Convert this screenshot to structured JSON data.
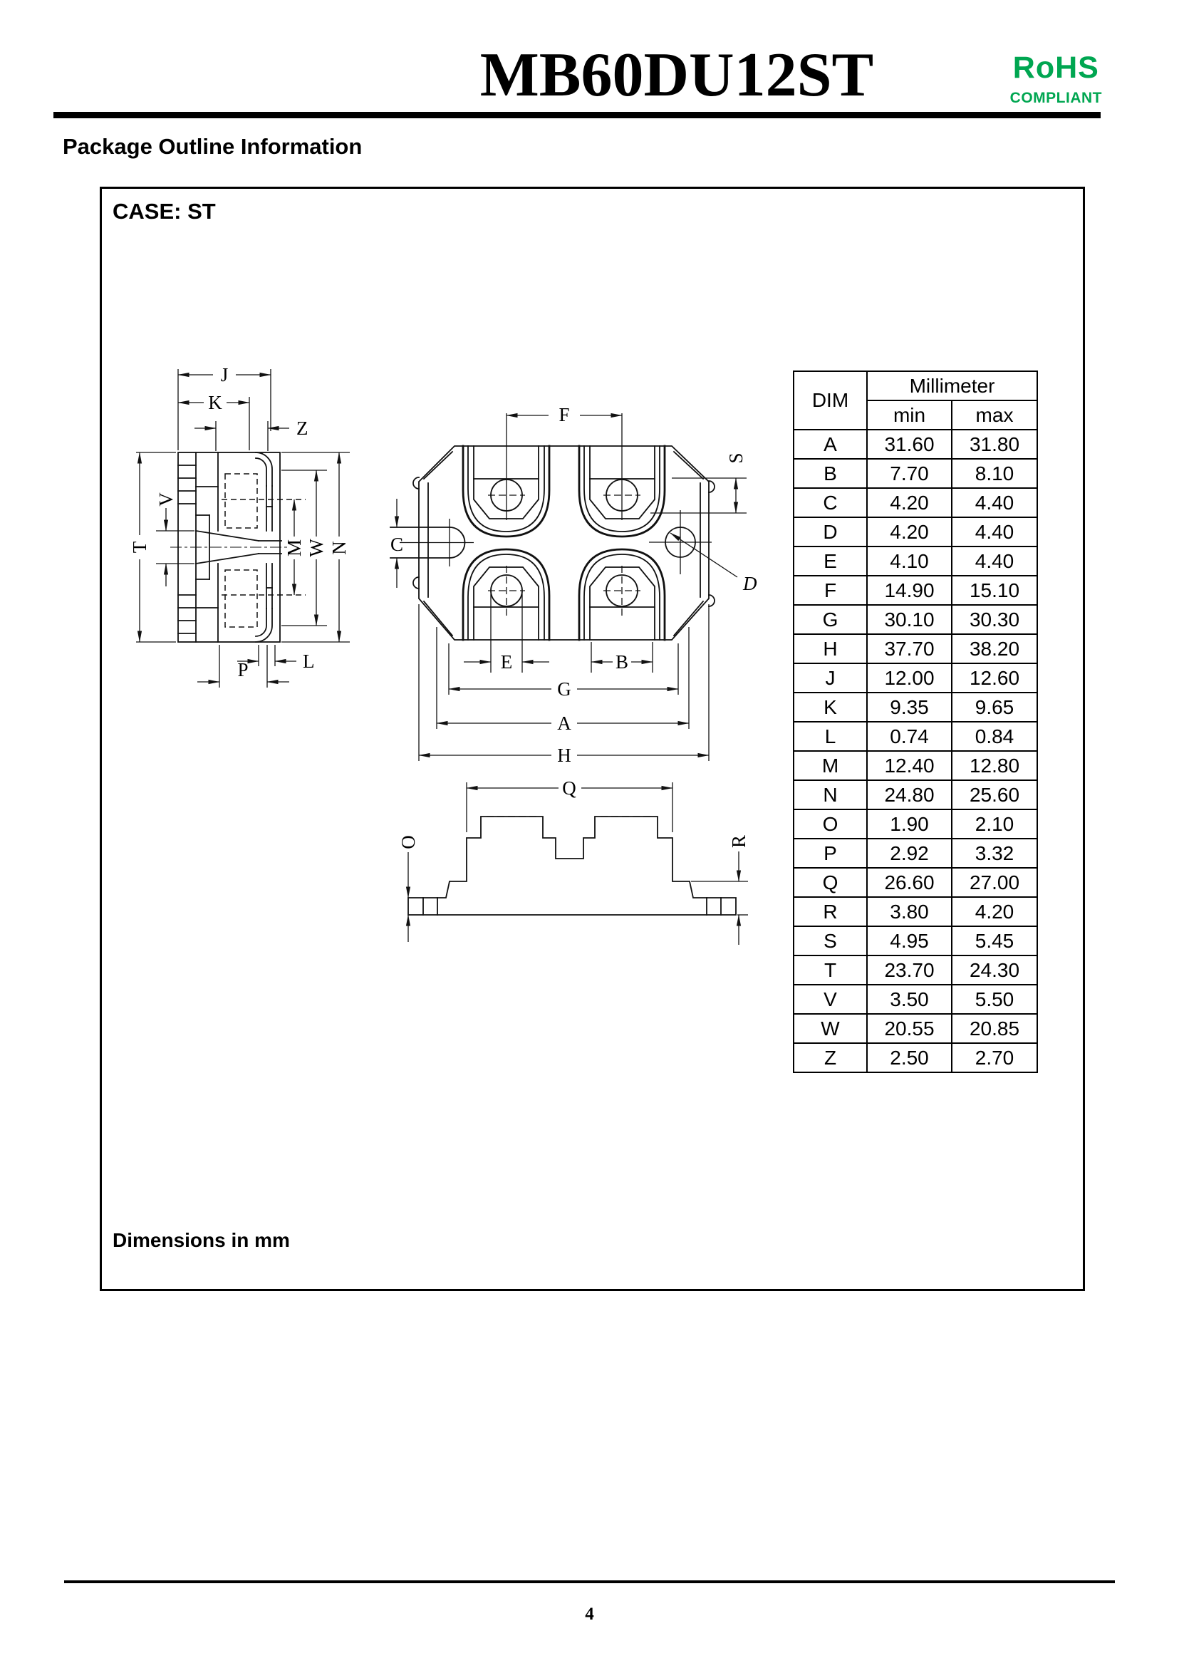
{
  "header": {
    "title": "MB60DU12ST",
    "rohs_line1": "RoHS",
    "rohs_line2": "COMPLIANT"
  },
  "section_heading": "Package Outline Information",
  "outline_box": {
    "case_label": "CASE: ST",
    "note": "Dimensions in mm"
  },
  "table": {
    "col_dim": "DIM",
    "col_unit": "Millimeter",
    "col_min": "min",
    "col_max": "max",
    "rows": [
      {
        "dim": "A",
        "min": "31.60",
        "max": "31.80"
      },
      {
        "dim": "B",
        "min": "7.70",
        "max": "8.10"
      },
      {
        "dim": "C",
        "min": "4.20",
        "max": "4.40"
      },
      {
        "dim": "D",
        "min": "4.20",
        "max": "4.40"
      },
      {
        "dim": "E",
        "min": "4.10",
        "max": "4.40"
      },
      {
        "dim": "F",
        "min": "14.90",
        "max": "15.10"
      },
      {
        "dim": "G",
        "min": "30.10",
        "max": "30.30"
      },
      {
        "dim": "H",
        "min": "37.70",
        "max": "38.20"
      },
      {
        "dim": "J",
        "min": "12.00",
        "max": "12.60"
      },
      {
        "dim": "K",
        "min": "9.35",
        "max": "9.65"
      },
      {
        "dim": "L",
        "min": "0.74",
        "max": "0.84"
      },
      {
        "dim": "M",
        "min": "12.40",
        "max": "12.80"
      },
      {
        "dim": "N",
        "min": "24.80",
        "max": "25.60"
      },
      {
        "dim": "O",
        "min": "1.90",
        "max": "2.10"
      },
      {
        "dim": "P",
        "min": "2.92",
        "max": "3.32"
      },
      {
        "dim": "Q",
        "min": "26.60",
        "max": "27.00"
      },
      {
        "dim": "R",
        "min": "3.80",
        "max": "4.20"
      },
      {
        "dim": "S",
        "min": "4.95",
        "max": "5.45"
      },
      {
        "dim": "T",
        "min": "23.70",
        "max": "24.30"
      },
      {
        "dim": "V",
        "min": "3.50",
        "max": "5.50"
      },
      {
        "dim": "W",
        "min": "20.55",
        "max": "20.85"
      },
      {
        "dim": "Z",
        "min": "2.50",
        "max": "2.70"
      }
    ]
  },
  "drawings": {
    "side_view": {
      "J": "J",
      "K": "K",
      "Z": "Z",
      "T": "T",
      "V": "V",
      "M": "M",
      "W": "W",
      "N": "N",
      "L": "L",
      "P": "P"
    },
    "top_view": {
      "F": "F",
      "S": "S",
      "C": "C",
      "D": "D",
      "E": "E",
      "B": "B",
      "G": "G",
      "A": "A",
      "H": "H"
    },
    "front_view": {
      "Q": "Q",
      "O": "O",
      "R": "R"
    }
  },
  "footer": {
    "page_number": "4"
  },
  "colors": {
    "rohs_green": "#00A651",
    "line": "#000000"
  }
}
